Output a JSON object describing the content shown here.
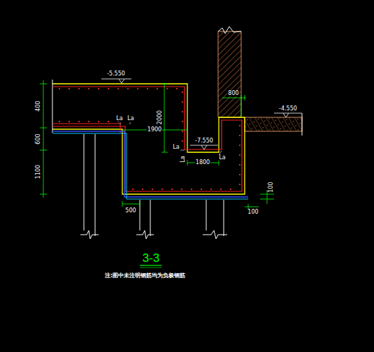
{
  "diagram": {
    "title": "3-3",
    "caption": "注:图中未注明钢筋均为负极钢筋",
    "labels": [
      "-5.550",
      "400",
      "600",
      "1100",
      "2000",
      "1900",
      "La",
      "La",
      "La",
      "La",
      "La",
      "-7.550",
      "1800",
      "800",
      "-4.550",
      "500",
      "100",
      "100"
    ]
  }
}
